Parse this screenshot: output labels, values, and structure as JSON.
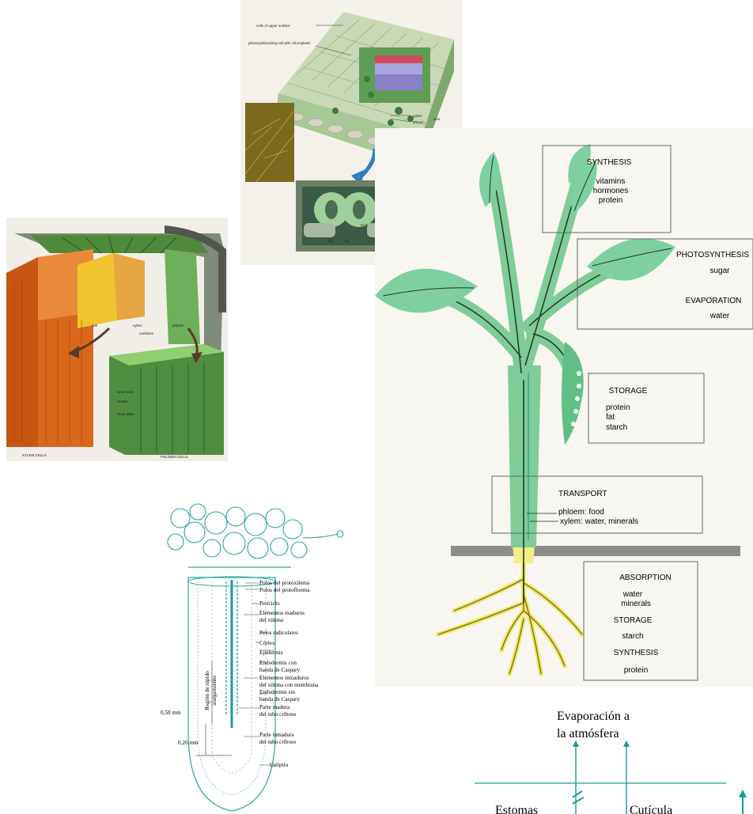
{
  "leaf_panel": {
    "labels": [
      "cells of upper surface",
      "photosynthesizing cell with chloroplasts",
      "xylem",
      "phloem",
      "vein",
      "H₂O",
      "CO₂",
      "O₂"
    ]
  },
  "stem_panel": {
    "labels": [
      "pith",
      "xylem",
      "cambium",
      "phloem",
      "XYLEM CELLS",
      "PHLOEM CELLS",
      "sieve tube",
      "vessel",
      "sieve plate"
    ]
  },
  "plant": {
    "synthesis": {
      "title": "SYNTHESIS",
      "items": [
        "vitamins",
        "hormones",
        "protein"
      ]
    },
    "photosynthesis": {
      "title": "PHOTOSYNTHESIS",
      "item": "sugar"
    },
    "evaporation": {
      "title": "EVAPORATION",
      "item": "water"
    },
    "storage": {
      "title": "STORAGE",
      "items": [
        "protein",
        "fat",
        "starch"
      ]
    },
    "transport": {
      "title": "TRANSPORT",
      "phloem": "phloem:  food",
      "xylem": "xylem:  water, minerals"
    },
    "absorption": {
      "title": "ABSORPTION",
      "items": [
        "water",
        "minerals"
      ],
      "storage_title": "STORAGE",
      "storage_item": "starch",
      "synthesis_title": "SYNTHESIS",
      "synthesis_item": "protein"
    }
  },
  "root": {
    "labels": [
      "Polos del protoxilema",
      "Polos del protofloema",
      "Periciclo",
      "Elementos maduros",
      "del xilema",
      "Pelos radiculares",
      "Córtex",
      "Epidermis",
      "Endodermis con",
      "banda de Caspary",
      "Elementos inmaduros",
      "del xilema con membrana",
      "Endodermis sin",
      "banda de Caspary",
      "Parte madura",
      "del tubo criboso",
      "Parte inmadura",
      "del tubo criboso",
      "Caliptra"
    ],
    "region_line1": "Región de rápido",
    "region_line2": "alargamiento",
    "measure1": "0,58 mm",
    "measure2": "0,26 mm"
  },
  "bottom": {
    "title_line1": "Evaporación a",
    "title_line2": "la atmósfera",
    "label_left": "Estomas",
    "label_right": "Cutícula"
  },
  "colors": {
    "leaf": "#7ed0a0",
    "stem": "#5fbf85",
    "vein": "#1c3a2a",
    "root_yellow": "#f3ee88",
    "root_teal": "#1b9a95",
    "wood": "#e07a28",
    "phloem_green": "#5aa04a"
  }
}
